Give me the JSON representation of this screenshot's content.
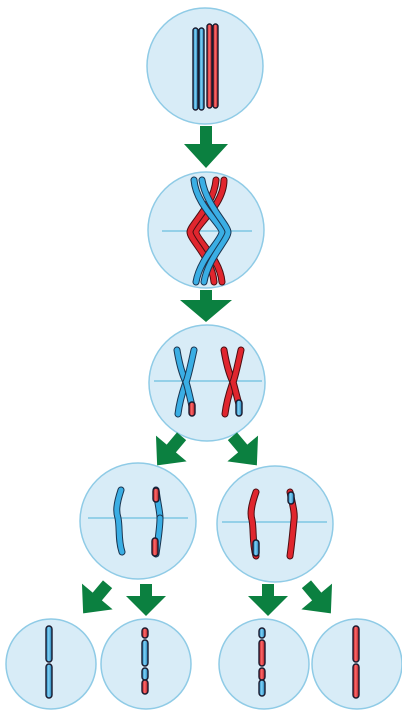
{
  "diagram": {
    "colors": {
      "cell_fill": "#d8ecf7",
      "cell_stroke": "#8fcbe6",
      "spindle": "#6cc0e0",
      "arrow": "#0b8040",
      "chromosome_blue": "#2a9fd8",
      "chromosome_red": "#d8202a",
      "chromosome_outline": "#1a1a2e"
    },
    "stages": [
      {
        "id": "replicated-homolog-pair",
        "chromosomes": [
          {
            "colors": [
              "blue"
            ]
          },
          {
            "colors": [
              "red"
            ]
          }
        ]
      },
      {
        "id": "crossing-over",
        "chromosomes": [
          {
            "colors": [
              "blue",
              "red"
            ]
          },
          {
            "colors": [
              "red",
              "blue"
            ]
          }
        ]
      },
      {
        "id": "metaphase-pairs",
        "chromosomes": [
          {
            "colors": [
              "blue",
              "red"
            ]
          },
          {
            "colors": [
              "red",
              "blue"
            ]
          }
        ]
      },
      {
        "id": "second-division-cells",
        "count": 2
      },
      {
        "id": "gametes",
        "count": 4
      }
    ],
    "gametes": [
      {
        "id": "gamete-1",
        "pattern": [
          "blue",
          "blue"
        ]
      },
      {
        "id": "gamete-2",
        "pattern": [
          "red",
          "blue",
          "red"
        ]
      },
      {
        "id": "gamete-3",
        "pattern": [
          "blue",
          "red",
          "blue"
        ]
      },
      {
        "id": "gamete-4",
        "pattern": [
          "red",
          "red"
        ]
      }
    ]
  }
}
